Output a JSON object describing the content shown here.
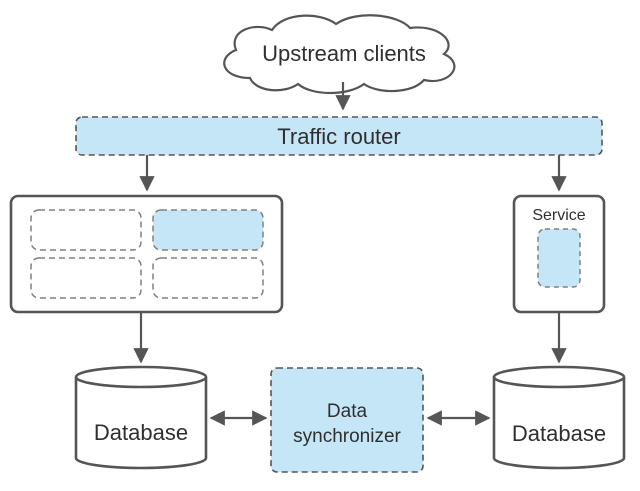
{
  "diagram": {
    "nodes": {
      "upstream_clients": "Upstream clients",
      "traffic_router": "Traffic router",
      "service": "Service",
      "database_left": "Database",
      "data_synchronizer_line1": "Data",
      "data_synchronizer_line2": "synchronizer",
      "database_right": "Database"
    },
    "colors": {
      "fill_blue": "#c5e6f6",
      "stroke": "#555555",
      "dashed_stroke": "#808080",
      "arrow": "#555555",
      "text": "#2f2f2f"
    }
  }
}
